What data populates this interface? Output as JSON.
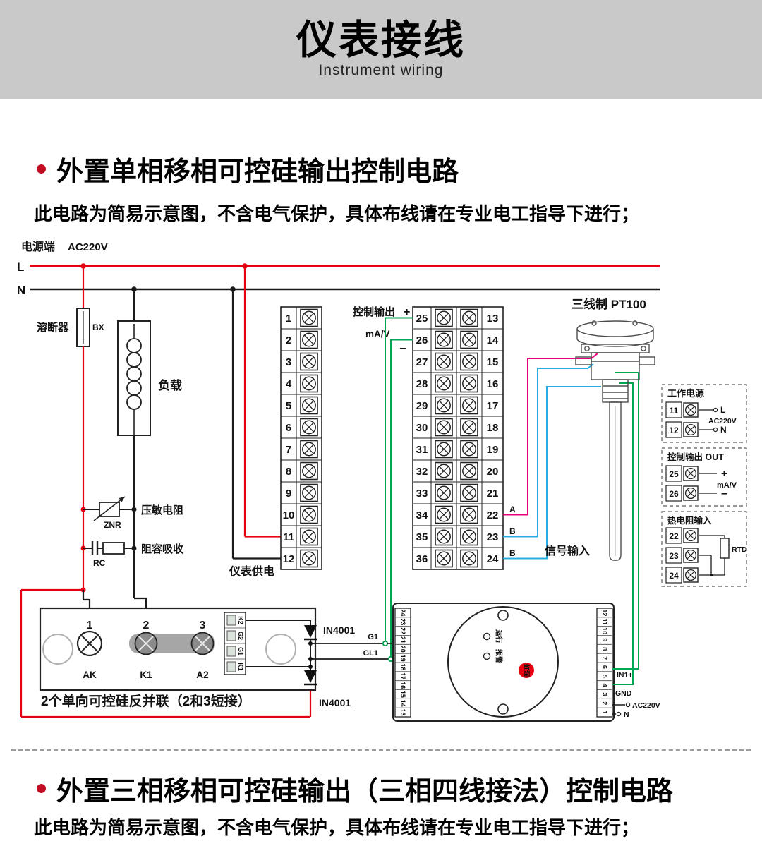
{
  "header": {
    "title": "仪表接线",
    "subtitle": "Instrument wiring"
  },
  "sections": [
    {
      "title": "外置单相移相可控硅输出控制电路",
      "note": "此电路为简易示意图，不含电气保护，具体布线请在专业电工指导下进行；"
    },
    {
      "title": "外置三相移相可控硅输出（三相四线接法）控制电路",
      "note": "此电路为简易示意图，不含电气保护，具体布线请在专业电工指导下进行；"
    }
  ],
  "diagram": {
    "power_label": "电源端",
    "power_voltage": "AC220V",
    "l": "L",
    "n": "N",
    "fuse_label": "溶断器",
    "fuse_code": "BX",
    "load_label": "负载",
    "varistor_label": "压敏电阻",
    "varistor_code": "ZNR",
    "rc_label": "阻容吸收",
    "rc_code": "RC",
    "ctrl_label": "控制输出",
    "ctrl_plus": "+",
    "ctrl_unit": "mA/V",
    "ctrl_minus": "−",
    "meter_supply": "仪表供电",
    "pt100_label": "三线制 PT100",
    "signal_input_label": "信号输入",
    "wire_a": "A",
    "wire_b1": "B",
    "wire_b2": "B",
    "diode1": "IN4001",
    "diode2": "IN4001",
    "g1": "G1",
    "gl1": "GL1",
    "left_terminals": [
      "1",
      "2",
      "3",
      "4",
      "5",
      "6",
      "7",
      "8",
      "9",
      "10",
      "11",
      "12"
    ],
    "mid_left_terminals": [
      "25",
      "26",
      "27",
      "28",
      "29",
      "30",
      "31",
      "32",
      "33",
      "34",
      "35",
      "36"
    ],
    "mid_right_terminals": [
      "13",
      "14",
      "15",
      "16",
      "17",
      "18",
      "19",
      "20",
      "21",
      "22",
      "23",
      "24"
    ],
    "scr": {
      "t1": "1",
      "t2": "2",
      "t3": "3",
      "ak": "AK",
      "k1": "K1",
      "a2": "A2",
      "gate_labels": [
        "K2",
        "G2",
        "G1",
        "K1"
      ],
      "note": "2个单向可控硅反并联（2和3短接）"
    },
    "module": {
      "left_pins": [
        "24",
        "23",
        "22",
        "21",
        "20",
        "19",
        "18",
        "17",
        "16",
        "15",
        "14",
        "13"
      ],
      "right_pins": [
        "12",
        "11",
        "10",
        "9",
        "8",
        "7",
        "6",
        "5",
        "4",
        "3",
        "2",
        "1"
      ],
      "run": "运行",
      "alarm": "报警",
      "brand": "虹润",
      "in1": "IN1+",
      "gnd": "GND",
      "ac": "AC220V",
      "n": "N"
    },
    "panel": {
      "p1_title": "工作电源",
      "p1_t1": "11",
      "p1_t2": "12",
      "p1_l": "L",
      "p1_v": "AC220V",
      "p1_n": "N",
      "p2_title": "控制输出 OUT",
      "p2_t1": "25",
      "p2_t2": "26",
      "p2_plus": "+",
      "p2_unit": "mA/V",
      "p2_minus": "−",
      "p3_title": "热电阻输入",
      "p3_t1": "22",
      "p3_t2": "23",
      "p3_t3": "24",
      "p3_rtd": "RTD"
    },
    "colors": {
      "red": "#e60012",
      "green": "#00a651",
      "pink": "#e4007f",
      "blue": "#29abe2",
      "black": "#1a1a1a"
    }
  }
}
